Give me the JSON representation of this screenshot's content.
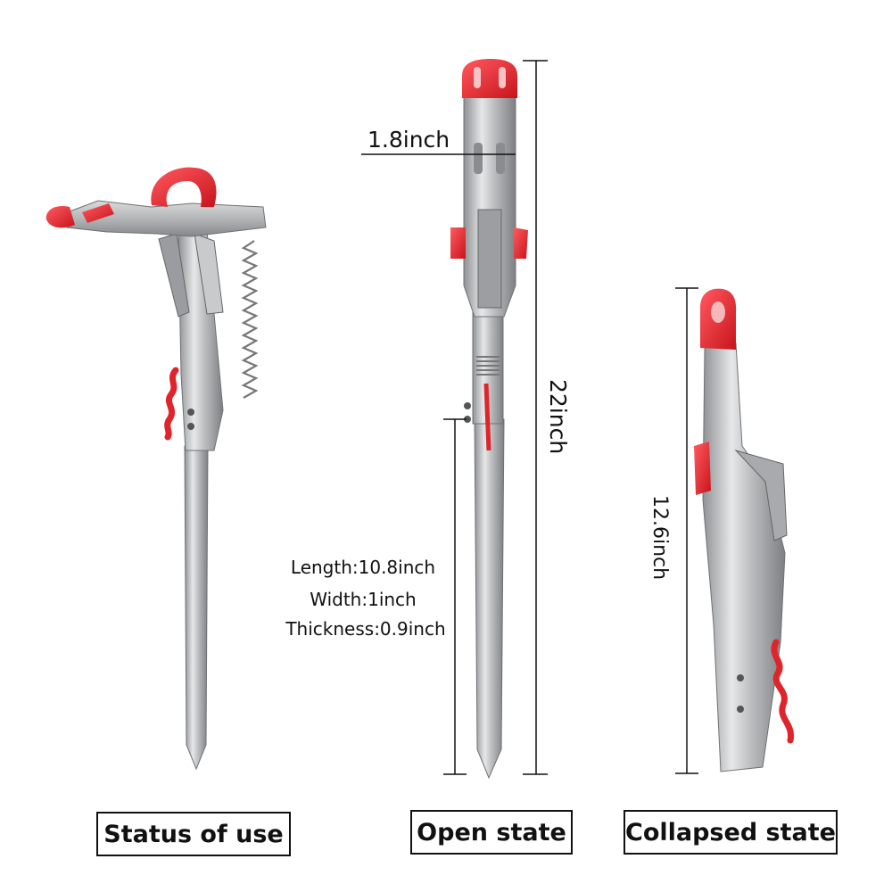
{
  "dimensions": {
    "open_head_width": "1.8inch",
    "open_total_length": "22inch",
    "collapsed_length": "12.6inch"
  },
  "spike_specs": {
    "length": "Length:10.8inch",
    "width": "Width:1inch",
    "thickness": "Thickness:0.9inch"
  },
  "states": {
    "use": "Status of use",
    "open": "Open state",
    "collapsed": "Collapsed state"
  },
  "colors": {
    "metal": "#b8b9bb",
    "metal_dark": "#8e9093",
    "accent": "#e0242c",
    "line": "#111111"
  }
}
